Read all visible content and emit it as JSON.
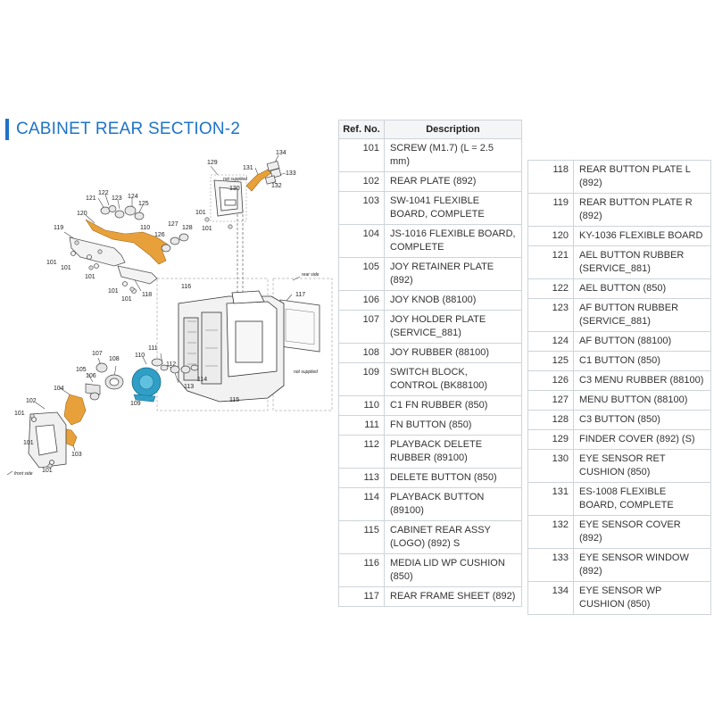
{
  "section_title": "CABINET REAR SECTION-2",
  "table_headers": {
    "ref": "Ref. No.",
    "desc": "Description"
  },
  "parts_left": [
    {
      "ref": "101",
      "desc": "SCREW (M1.7) (L = 2.5 mm)"
    },
    {
      "ref": "102",
      "desc": "REAR PLATE (892)"
    },
    {
      "ref": "103",
      "desc": "SW-1041 FLEXIBLE BOARD, COMPLETE"
    },
    {
      "ref": "104",
      "desc": "JS-1016 FLEXIBLE BOARD, COMPLETE"
    },
    {
      "ref": "105",
      "desc": "JOY RETAINER PLATE (892)"
    },
    {
      "ref": "106",
      "desc": "JOY KNOB (88100)"
    },
    {
      "ref": "107",
      "desc": "JOY HOLDER PLATE (SERVICE_881)"
    },
    {
      "ref": "108",
      "desc": "JOY RUBBER (88100)"
    },
    {
      "ref": "109",
      "desc": "SWITCH BLOCK, CONTROL (BK88100)"
    },
    {
      "ref": "110",
      "desc": "C1 FN RUBBER (850)"
    },
    {
      "ref": "111",
      "desc": "FN BUTTON (850)"
    },
    {
      "ref": "112",
      "desc": "PLAYBACK DELETE RUBBER (89100)"
    },
    {
      "ref": "113",
      "desc": "DELETE BUTTON (850)"
    },
    {
      "ref": "114",
      "desc": "PLAYBACK BUTTON (89100)"
    },
    {
      "ref": "115",
      "desc": "CABINET REAR ASSY (LOGO) (892) S"
    },
    {
      "ref": "116",
      "desc": "MEDIA LID WP CUSHION (850)"
    },
    {
      "ref": "117",
      "desc": "REAR FRAME SHEET (892)"
    }
  ],
  "parts_right": [
    {
      "ref": "118",
      "desc": "REAR BUTTON PLATE L (892)"
    },
    {
      "ref": "119",
      "desc": "REAR BUTTON PLATE R (892)"
    },
    {
      "ref": "120",
      "desc": "KY-1036 FLEXIBLE BOARD"
    },
    {
      "ref": "121",
      "desc": "AEL BUTTON RUBBER (SERVICE_881)"
    },
    {
      "ref": "122",
      "desc": "AEL BUTTON (850)"
    },
    {
      "ref": "123",
      "desc": "AF BUTTON RUBBER (SERVICE_881)"
    },
    {
      "ref": "124",
      "desc": "AF BUTTON (88100)"
    },
    {
      "ref": "125",
      "desc": "C1 BUTTON (850)"
    },
    {
      "ref": "126",
      "desc": "C3 MENU RUBBER (88100)"
    },
    {
      "ref": "127",
      "desc": "MENU BUTTON (88100)"
    },
    {
      "ref": "128",
      "desc": "C3 BUTTON (850)"
    },
    {
      "ref": "129",
      "desc": "FINDER COVER (892) (S)"
    },
    {
      "ref": "130",
      "desc": "EYE SENSOR RET CUSHION (850)"
    },
    {
      "ref": "131",
      "desc": "ES-1008 FLEXIBLE BOARD, COMPLETE"
    },
    {
      "ref": "132",
      "desc": "EYE SENSOR COVER (892)"
    },
    {
      "ref": "133",
      "desc": "EYE SENSOR WINDOW (892)"
    },
    {
      "ref": "134",
      "desc": "EYE SENSOR WP CUSHION (850)"
    }
  ],
  "diagram": {
    "callouts": [
      {
        "id": "c121",
        "text": "121"
      },
      {
        "id": "c122",
        "text": "122"
      },
      {
        "id": "c123",
        "text": "123"
      },
      {
        "id": "c124",
        "text": "124"
      },
      {
        "id": "c125",
        "text": "125"
      },
      {
        "id": "c120",
        "text": "120"
      },
      {
        "id": "c119",
        "text": "119"
      },
      {
        "id": "c110a",
        "text": "110"
      },
      {
        "id": "c127",
        "text": "127"
      },
      {
        "id": "c128",
        "text": "128"
      },
      {
        "id": "c126",
        "text": "126"
      },
      {
        "id": "c129",
        "text": "129"
      },
      {
        "id": "c130",
        "text": "130"
      },
      {
        "id": "c131",
        "text": "131"
      },
      {
        "id": "c134",
        "text": "134"
      },
      {
        "id": "c133",
        "text": "133"
      },
      {
        "id": "c132",
        "text": "132"
      },
      {
        "id": "c118",
        "text": "118"
      },
      {
        "id": "c116",
        "text": "116"
      },
      {
        "id": "c117",
        "text": "117"
      },
      {
        "id": "c115",
        "text": "115"
      },
      {
        "id": "c111",
        "text": "111"
      },
      {
        "id": "c110b",
        "text": "110"
      },
      {
        "id": "c112",
        "text": "112"
      },
      {
        "id": "c113",
        "text": "113"
      },
      {
        "id": "c114",
        "text": "114"
      },
      {
        "id": "c108",
        "text": "108"
      },
      {
        "id": "c107",
        "text": "107"
      },
      {
        "id": "c105",
        "text": "105"
      },
      {
        "id": "c106",
        "text": "106"
      },
      {
        "id": "c104",
        "text": "104"
      },
      {
        "id": "c109",
        "text": "109"
      },
      {
        "id": "c102",
        "text": "102"
      },
      {
        "id": "c103",
        "text": "103"
      },
      {
        "id": "c101a",
        "text": "101"
      },
      {
        "id": "c101b",
        "text": "101"
      },
      {
        "id": "c101c",
        "text": "101"
      },
      {
        "id": "c101d",
        "text": "101"
      },
      {
        "id": "c101e",
        "text": "101"
      },
      {
        "id": "c101f",
        "text": "101"
      },
      {
        "id": "c101g",
        "text": "101"
      },
      {
        "id": "c101h",
        "text": "101"
      },
      {
        "id": "c101i",
        "text": "101"
      },
      {
        "id": "c101j",
        "text": "101"
      }
    ],
    "notes": {
      "not_supplied_1": "not supplied",
      "not_supplied_2": "not supplied",
      "rear_side": "rear side",
      "front_side": "front side"
    },
    "colors": {
      "flex_board": "#e8a13a",
      "switch_block": "#2f9fc7",
      "accent": "#1e73c8"
    }
  }
}
